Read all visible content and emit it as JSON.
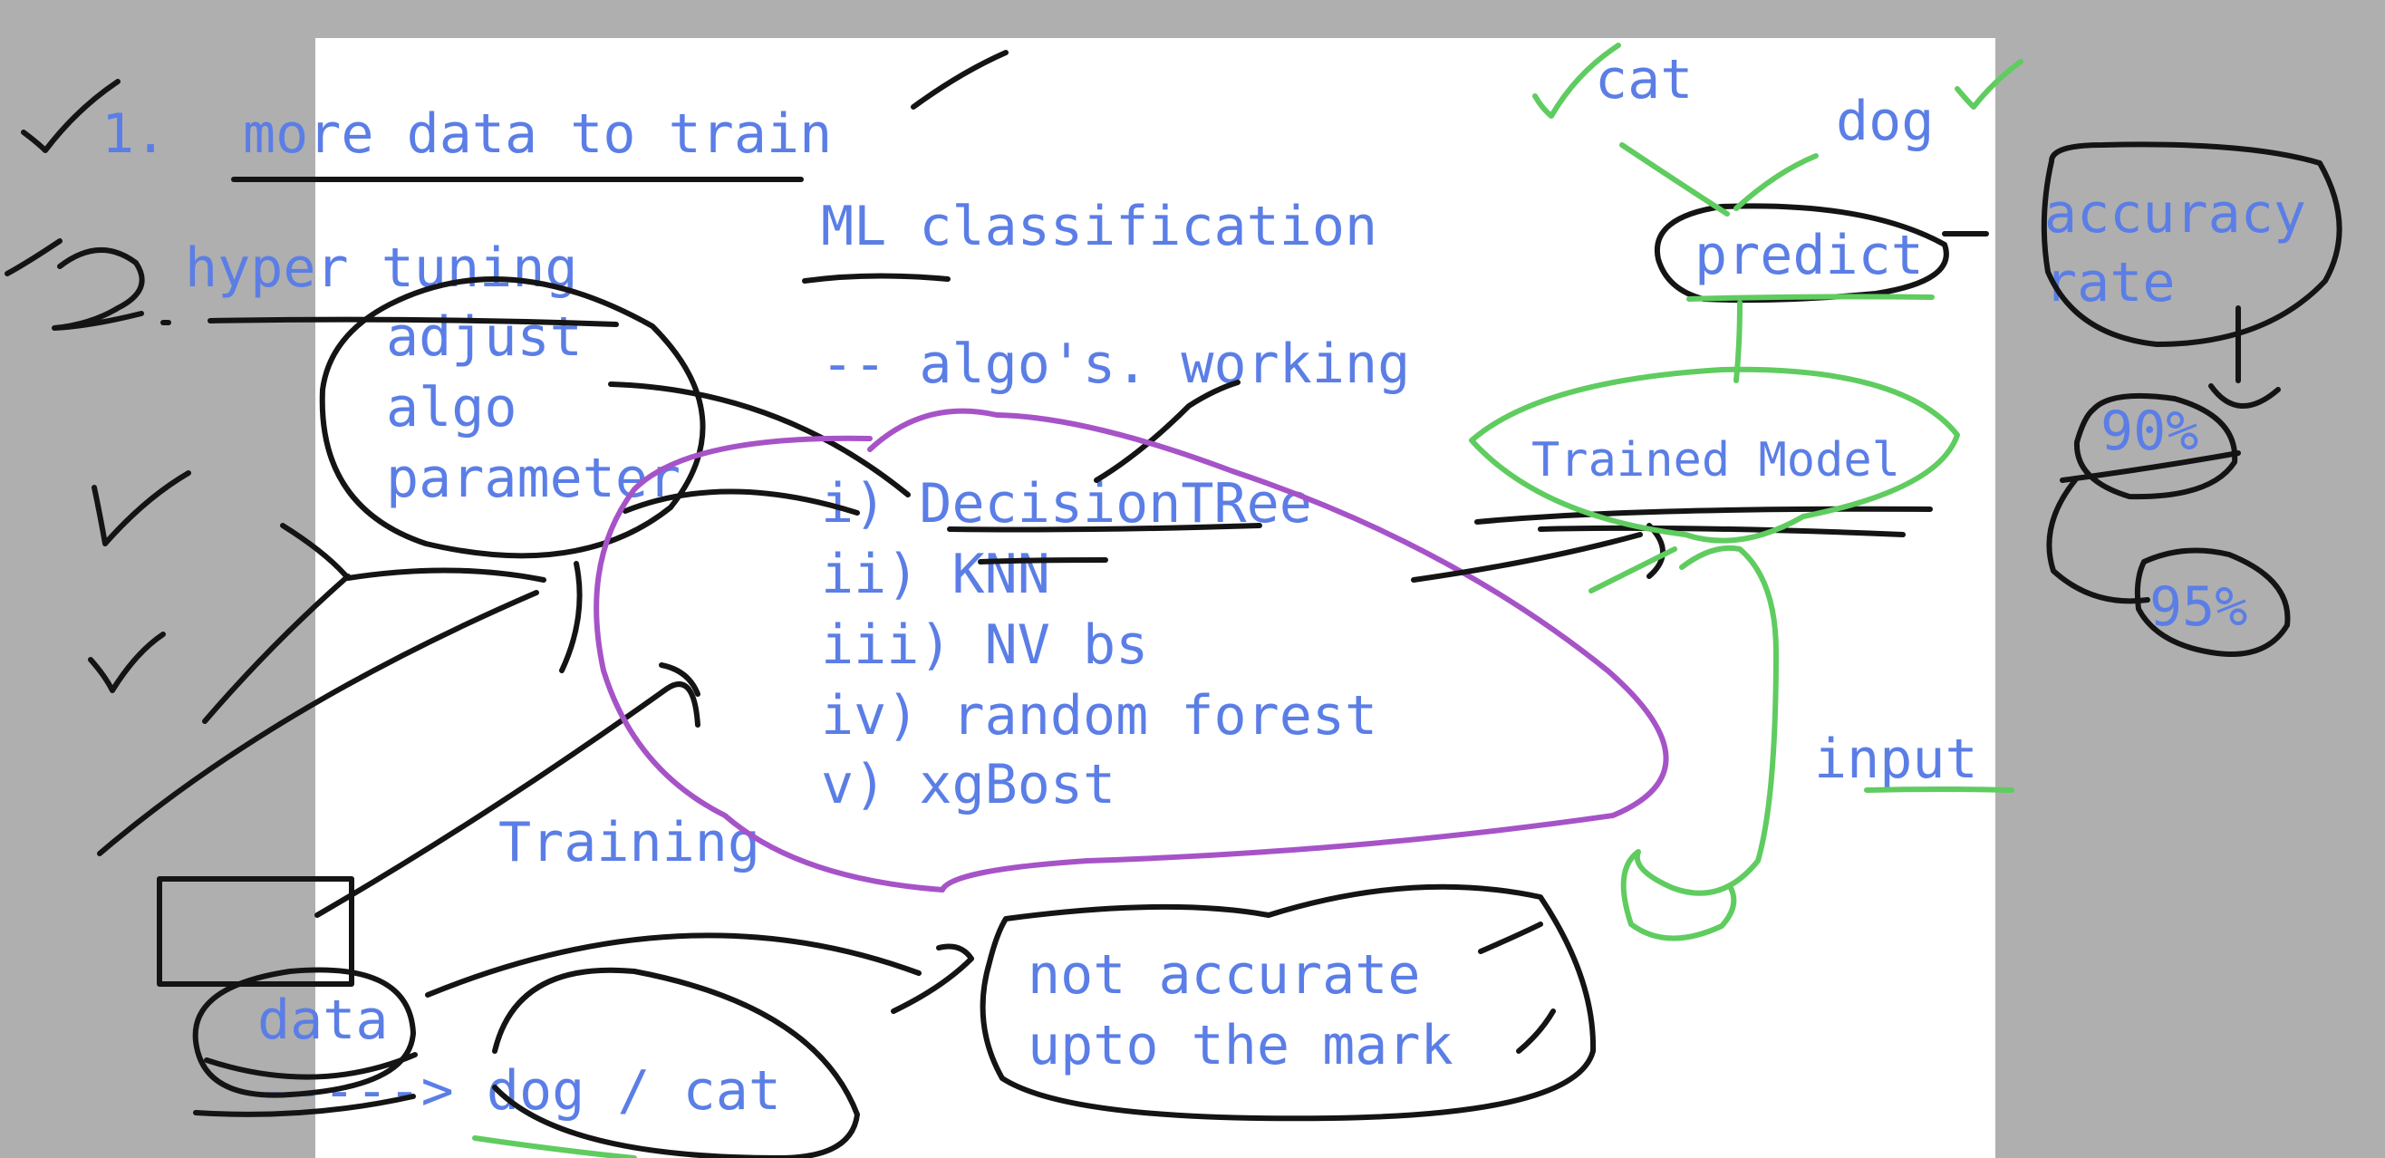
{
  "canvas": {
    "page_color": "#ffffff",
    "background_color": "#afafaf",
    "text_color": "#5b7ee6",
    "ink_colors": {
      "black": "#141414",
      "green": "#5fcc5f",
      "purple": "#a653c8"
    }
  },
  "notes": {
    "item_1_number": "1.",
    "item_1_text": "more data to train",
    "item_2_text": "hyper tuning",
    "adjust": "adjust",
    "algo": "algo",
    "parameter": "parameter",
    "title": "ML classification",
    "algo_working": "-- algo's. working",
    "algorithms": [
      "i) DecisionTRee",
      "ii) KNN",
      "iii) NV bs",
      "iv) random forest",
      "v) xgBost"
    ],
    "training": "Training",
    "data": "data",
    "dog_cat": "-----> dog / cat",
    "not_accurate_line1": "not accurate",
    "not_accurate_line2": "upto the mark",
    "cat": "cat",
    "dog": "dog",
    "predict": "predict",
    "trained_model": "Trained Model",
    "input": "input",
    "accuracy_line1": "accuracy",
    "accuracy_line2": "rate",
    "pct_90": "90%",
    "pct_95": "95%"
  }
}
